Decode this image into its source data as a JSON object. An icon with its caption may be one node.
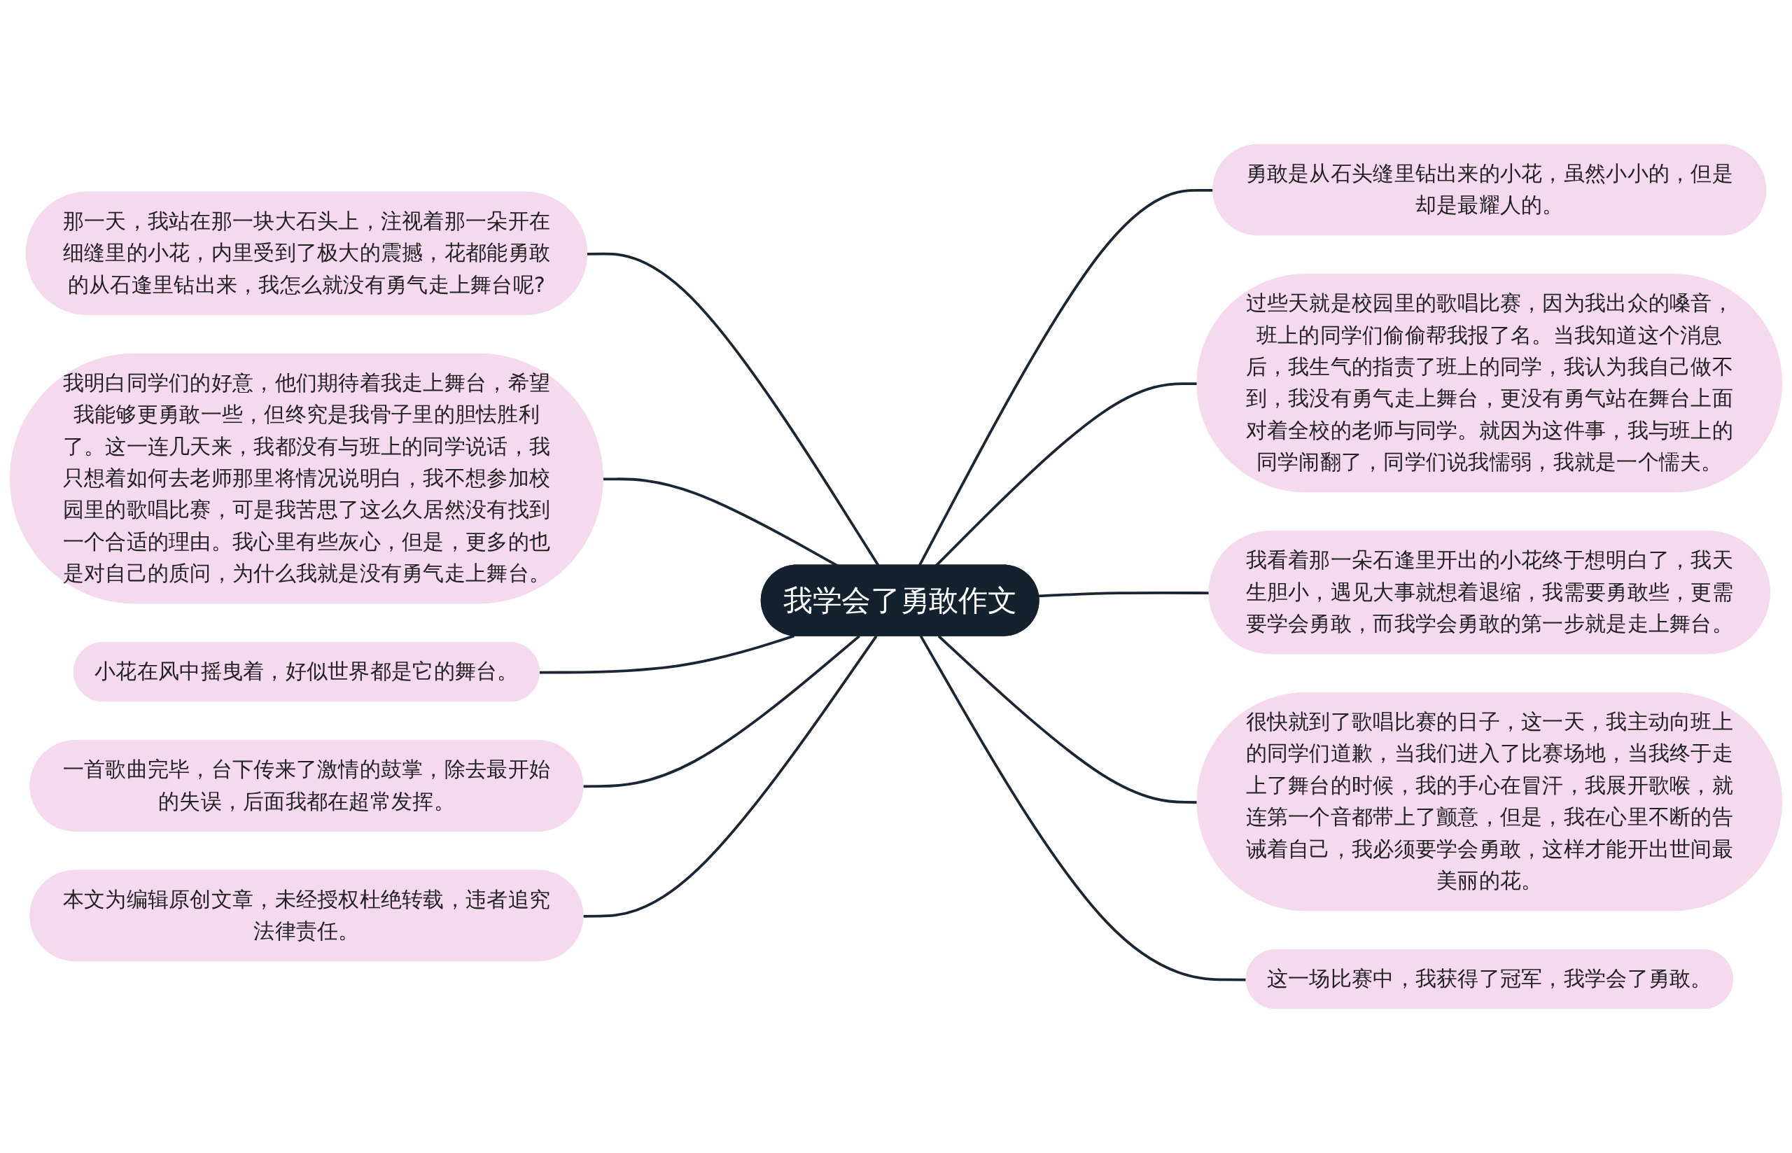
{
  "diagram": {
    "nodes": [
      {
        "text": [
          "我学会了勇敢作文"
        ]
      },
      {
        "text": [
          "那一天，我站在那一块大石头上，注视着那一朵开在细缝里的小花，内里受到了极大的震撼，花都能勇敢的从石逢里钻出来，我怎么就没有勇气走上舞台呢?"
        ]
      },
      {
        "text": [
          "我明白同学们的好意，他们期待着我走上舞台，希望我能够更勇敢一些，但终究是我骨子里的胆怯胜利了。这一连几天来，我都没有与班上的同学说话，我只想着如何去老师那里将情况说明白，我不想参加校园里的歌唱比赛，可是我苦思了这么久居然没有找到一个合适的理由。我心里有些灰心，但是，更多的也是对自己的质问，为什么我就是没有勇气走上舞台。"
        ]
      },
      {
        "text": [
          "小花在风中摇曳着，好似世界都是它的舞台。"
        ]
      },
      {
        "text": [
          "一首歌曲完毕，台下传来了激情的鼓掌，除去最开始的失误，后面我都在超常发挥。"
        ]
      },
      {
        "text": [
          "本文为编辑原创文章，未经授权杜绝转载，违者追究法律责任。"
        ]
      },
      {
        "text": [
          "勇敢是从石头缝里钻出来的小花，虽然小小的，但是却是最耀人的。"
        ]
      },
      {
        "text": [
          "过些天就是校园里的歌唱比赛，因为我出众的嗓音，班上的同学们偷偷帮我报了名。当我知道这个消息后，我生气的指责了班上的同学，我认为我自己做不到，我没有勇气走上舞台，更没有勇气站在舞台上面对着全校的老师与同学。就因为这件事，我与班上的同学闹翻了，同学们说我懦弱，我就是一个懦夫。"
        ]
      },
      {
        "text": [
          "我看着那一朵石逢里开出的小花终于想明白了，我天生胆小，遇见大事就想着退缩，我需要勇敢些，更需要学会勇敢，而我学会勇敢的第一步就是走上舞台。"
        ]
      },
      {
        "text": [
          "很快就到了歌唱比赛的日子，这一天，我主动向班上的同学们道歉，当我们进入了比赛场地，当我终于走上了舞台的时候，我的手心在冒汗，我展开歌喉，就连第一个音都带上了颤意，但是，我在心里不断的告诫着自己，我必须要学会勇敢，这样才能开出世间最美丽的花。"
        ]
      },
      {
        "text": [
          "这一场比赛中，我获得了冠军，我学会了勇敢。"
        ]
      }
    ],
    "edges": [
      {
        "from": 0,
        "to": 1,
        "arrow": "none"
      },
      {
        "from": 0,
        "to": 2,
        "arrow": "none"
      },
      {
        "from": 0,
        "to": 3,
        "arrow": "none"
      },
      {
        "from": 0,
        "to": 4,
        "arrow": "none"
      },
      {
        "from": 0,
        "to": 5,
        "arrow": "none"
      },
      {
        "from": 0,
        "to": 6,
        "arrow": "none"
      },
      {
        "from": 0,
        "to": 7,
        "arrow": "none"
      },
      {
        "from": 0,
        "to": 8,
        "arrow": "none"
      },
      {
        "from": 0,
        "to": 9,
        "arrow": "none"
      },
      {
        "from": 0,
        "to": 10,
        "arrow": "none"
      }
    ]
  }
}
